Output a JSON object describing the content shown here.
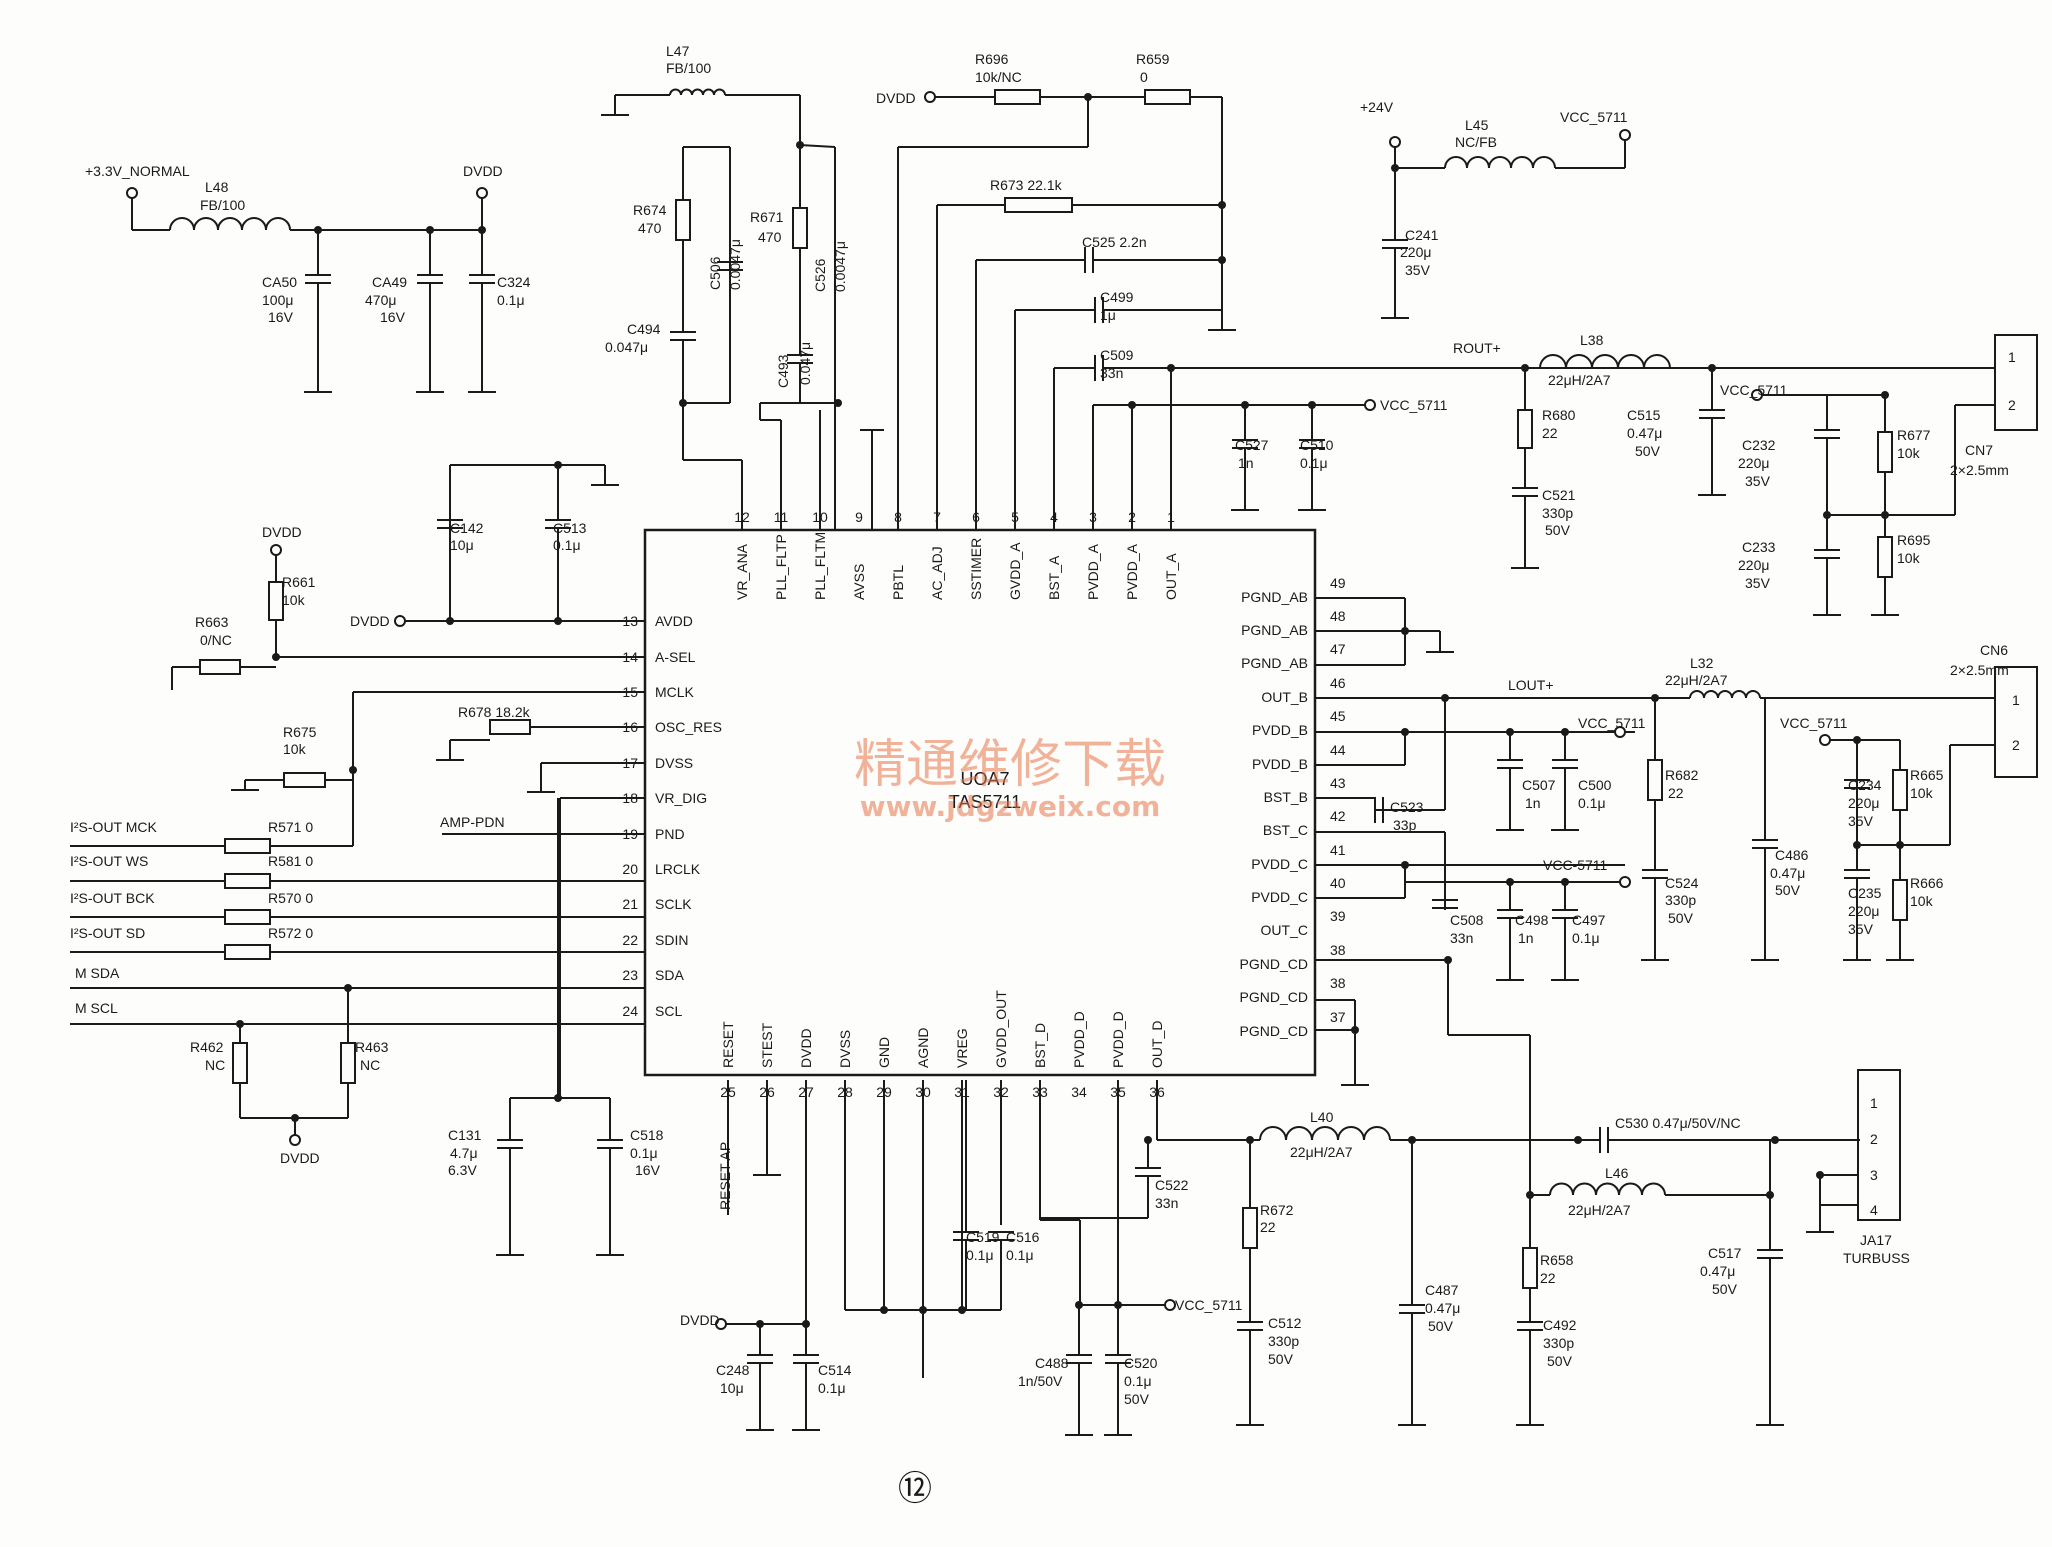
{
  "chip": {
    "ref": "UOA7",
    "part": "TAS5711"
  },
  "watermark": {
    "line1": "精通维修下载",
    "line2": "www.jdgzweix.com",
    "color": "#e8744a"
  },
  "page_number": "⑫",
  "colors": {
    "line": "#1a1a1a",
    "paper": "#fdfdfb"
  },
  "pins_top": [
    {
      "num": "12",
      "name": "VR_ANA"
    },
    {
      "num": "11",
      "name": "PLL_FLTP"
    },
    {
      "num": "10",
      "name": "PLL_FLTM"
    },
    {
      "num": "9",
      "name": "AVSS"
    },
    {
      "num": "8",
      "name": "PBTL"
    },
    {
      "num": "7",
      "name": "AC_ADJ"
    },
    {
      "num": "6",
      "name": "SSTIMER"
    },
    {
      "num": "5",
      "name": "GVDD_A"
    },
    {
      "num": "4",
      "name": "BST_A"
    },
    {
      "num": "3",
      "name": "PVDD_A"
    },
    {
      "num": "2",
      "name": "PVDD_A"
    },
    {
      "num": "1",
      "name": "OUT_A"
    }
  ],
  "pins_left": [
    {
      "num": "13",
      "name": "AVDD"
    },
    {
      "num": "14",
      "name": "A-SEL"
    },
    {
      "num": "15",
      "name": "MCLK"
    },
    {
      "num": "16",
      "name": "OSC_RES"
    },
    {
      "num": "17",
      "name": "DVSS"
    },
    {
      "num": "18",
      "name": "VR_DIG"
    },
    {
      "num": "19",
      "name": "PND"
    },
    {
      "num": "20",
      "name": "LRCLK"
    },
    {
      "num": "21",
      "name": "SCLK"
    },
    {
      "num": "22",
      "name": "SDIN"
    },
    {
      "num": "23",
      "name": "SDA"
    },
    {
      "num": "24",
      "name": "SCL"
    }
  ],
  "pins_right": [
    {
      "num": "49",
      "name": "PGND_AB"
    },
    {
      "num": "48",
      "name": "PGND_AB"
    },
    {
      "num": "47",
      "name": "PGND_AB"
    },
    {
      "num": "46",
      "name": "OUT_B"
    },
    {
      "num": "45",
      "name": "PVDD_B"
    },
    {
      "num": "44",
      "name": "PVDD_B"
    },
    {
      "num": "43",
      "name": "BST_B"
    },
    {
      "num": "42",
      "name": "BST_C"
    },
    {
      "num": "41",
      "name": "PVDD_C"
    },
    {
      "num": "40",
      "name": "PVDD_C"
    },
    {
      "num": "39",
      "name": "OUT_C"
    },
    {
      "num": "38",
      "name": "PGND_CD"
    },
    {
      "num": "38b",
      "name": "PGND_CD"
    },
    {
      "num": "37",
      "name": "PGND_CD"
    }
  ],
  "pins_bottom": [
    {
      "num": "25",
      "name": "RESET"
    },
    {
      "num": "26",
      "name": "STEST"
    },
    {
      "num": "27",
      "name": "DVDD"
    },
    {
      "num": "28",
      "name": "DVSS"
    },
    {
      "num": "29",
      "name": "GND"
    },
    {
      "num": "30",
      "name": "AGND"
    },
    {
      "num": "31",
      "name": "VREG"
    },
    {
      "num": "32",
      "name": "GVDD_OUT"
    },
    {
      "num": "33",
      "name": "BST_D"
    },
    {
      "num": "34",
      "name": "PVDD_D"
    },
    {
      "num": "35",
      "name": "PVDD_D"
    },
    {
      "num": "36",
      "name": "OUT_D"
    }
  ],
  "labels": [
    {
      "id": "t1",
      "text": "+3.3V_NORMAL"
    },
    {
      "id": "t2",
      "text": "L48"
    },
    {
      "id": "t3",
      "text": "FB/100"
    },
    {
      "id": "t4",
      "text": "DVDD"
    },
    {
      "id": "t5",
      "text": "CA50"
    },
    {
      "id": "t6",
      "text": "100μ"
    },
    {
      "id": "t7",
      "text": "16V"
    },
    {
      "id": "t8",
      "text": "CA49"
    },
    {
      "id": "t9",
      "text": "470μ"
    },
    {
      "id": "t10",
      "text": "16V"
    },
    {
      "id": "t11",
      "text": "C324"
    },
    {
      "id": "t12",
      "text": "0.1μ"
    },
    {
      "id": "t13",
      "text": "L47"
    },
    {
      "id": "t14",
      "text": "FB/100"
    },
    {
      "id": "t15",
      "text": "R674"
    },
    {
      "id": "t16",
      "text": "470"
    },
    {
      "id": "t17",
      "text": "C506"
    },
    {
      "id": "t18",
      "text": "0.0047μ"
    },
    {
      "id": "t19",
      "text": "R671"
    },
    {
      "id": "t20",
      "text": "470"
    },
    {
      "id": "t21",
      "text": "C526"
    },
    {
      "id": "t22",
      "text": "0.0047μ"
    },
    {
      "id": "t23",
      "text": "C494"
    },
    {
      "id": "t24",
      "text": "0.047μ"
    },
    {
      "id": "t25",
      "text": "C493"
    },
    {
      "id": "t26",
      "text": "0.047μ"
    },
    {
      "id": "t27",
      "text": "DVDD"
    },
    {
      "id": "t28",
      "text": "R696"
    },
    {
      "id": "t29",
      "text": "10k/NC"
    },
    {
      "id": "t30",
      "text": "R659"
    },
    {
      "id": "t31",
      "text": "0"
    },
    {
      "id": "t32",
      "text": "R673  22.1k"
    },
    {
      "id": "t33",
      "text": "C525  2.2n"
    },
    {
      "id": "t34",
      "text": "C499"
    },
    {
      "id": "t35",
      "text": "1μ"
    },
    {
      "id": "t36",
      "text": "C509"
    },
    {
      "id": "t37",
      "text": "33n"
    },
    {
      "id": "t38",
      "text": "VCC_5711"
    },
    {
      "id": "t39",
      "text": "C527"
    },
    {
      "id": "t40",
      "text": "1n"
    },
    {
      "id": "t41",
      "text": "C510"
    },
    {
      "id": "t42",
      "text": "0.1μ"
    },
    {
      "id": "t43",
      "text": "+24V"
    },
    {
      "id": "t44",
      "text": "L45"
    },
    {
      "id": "t45",
      "text": "NC/FB"
    },
    {
      "id": "t46",
      "text": "VCC_5711"
    },
    {
      "id": "t47",
      "text": "C241"
    },
    {
      "id": "t48",
      "text": "220μ"
    },
    {
      "id": "t49",
      "text": "35V"
    },
    {
      "id": "t50",
      "text": "ROUT+"
    },
    {
      "id": "t51",
      "text": "L38"
    },
    {
      "id": "t52",
      "text": "22μH/2A7"
    },
    {
      "id": "t53",
      "text": "R680"
    },
    {
      "id": "t54",
      "text": "22"
    },
    {
      "id": "t55",
      "text": "C521"
    },
    {
      "id": "t56",
      "text": "330p"
    },
    {
      "id": "t57",
      "text": "50V"
    },
    {
      "id": "t58",
      "text": "C515"
    },
    {
      "id": "t59",
      "text": "0.47μ"
    },
    {
      "id": "t60",
      "text": "50V"
    },
    {
      "id": "t61",
      "text": "VCC_5711"
    },
    {
      "id": "t62",
      "text": "C232"
    },
    {
      "id": "t63",
      "text": "220μ"
    },
    {
      "id": "t64",
      "text": "35V"
    },
    {
      "id": "t65",
      "text": "R677"
    },
    {
      "id": "t66",
      "text": "10k"
    },
    {
      "id": "t67",
      "text": "C233"
    },
    {
      "id": "t68",
      "text": "220μ"
    },
    {
      "id": "t69",
      "text": "35V"
    },
    {
      "id": "t70",
      "text": "R695"
    },
    {
      "id": "t71",
      "text": "10k"
    },
    {
      "id": "t72",
      "text": "CN7"
    },
    {
      "id": "t73",
      "text": "2×2.5mm"
    },
    {
      "id": "t74",
      "text": "1"
    },
    {
      "id": "t75",
      "text": "2"
    },
    {
      "id": "t76",
      "text": "C142"
    },
    {
      "id": "t77",
      "text": "10μ"
    },
    {
      "id": "t78",
      "text": "C513"
    },
    {
      "id": "t79",
      "text": "0.1μ"
    },
    {
      "id": "t80",
      "text": "DVDD"
    },
    {
      "id": "t81",
      "text": "R661"
    },
    {
      "id": "t82",
      "text": "10k"
    },
    {
      "id": "t83",
      "text": "DVDD"
    },
    {
      "id": "t84",
      "text": "R663"
    },
    {
      "id": "t85",
      "text": "0/NC"
    },
    {
      "id": "t86",
      "text": "R678  18.2k"
    },
    {
      "id": "t87",
      "text": "R675"
    },
    {
      "id": "t88",
      "text": "10k"
    },
    {
      "id": "t89",
      "text": "I²S-OUT MCK"
    },
    {
      "id": "t90",
      "text": "R571  0"
    },
    {
      "id": "t91",
      "text": "AMP-PDN"
    },
    {
      "id": "t92",
      "text": "I²S-OUT WS"
    },
    {
      "id": "t93",
      "text": "R581  0"
    },
    {
      "id": "t94",
      "text": "I²S-OUT BCK"
    },
    {
      "id": "t95",
      "text": "R570  0"
    },
    {
      "id": "t96",
      "text": "I²S-OUT SD"
    },
    {
      "id": "t97",
      "text": "R572  0"
    },
    {
      "id": "t98",
      "text": "M SDA"
    },
    {
      "id": "t99",
      "text": "M SCL"
    },
    {
      "id": "t100",
      "text": "R462"
    },
    {
      "id": "t101",
      "text": "NC"
    },
    {
      "id": "t102",
      "text": "R463"
    },
    {
      "id": "t103",
      "text": "NC"
    },
    {
      "id": "t104",
      "text": "DVDD"
    },
    {
      "id": "t105",
      "text": "C131"
    },
    {
      "id": "t106",
      "text": "4.7μ"
    },
    {
      "id": "t107",
      "text": "6.3V"
    },
    {
      "id": "t108",
      "text": "C518"
    },
    {
      "id": "t109",
      "text": "0.1μ"
    },
    {
      "id": "t110",
      "text": "16V"
    },
    {
      "id": "t111",
      "text": "RESET AP"
    },
    {
      "id": "t112",
      "text": "C519"
    },
    {
      "id": "t113",
      "text": "0.1μ"
    },
    {
      "id": "t114",
      "text": "C516"
    },
    {
      "id": "t115",
      "text": "0.1μ"
    },
    {
      "id": "t116",
      "text": "DVDD"
    },
    {
      "id": "t117",
      "text": "C248"
    },
    {
      "id": "t118",
      "text": "10μ"
    },
    {
      "id": "t119",
      "text": "C514"
    },
    {
      "id": "t120",
      "text": "0.1μ"
    },
    {
      "id": "t121",
      "text": "VCC_5711"
    },
    {
      "id": "t122",
      "text": "C488"
    },
    {
      "id": "t123",
      "text": "1n/50V"
    },
    {
      "id": "t124",
      "text": "C520"
    },
    {
      "id": "t125",
      "text": "0.1μ"
    },
    {
      "id": "t126",
      "text": "50V"
    },
    {
      "id": "t127",
      "text": "C522"
    },
    {
      "id": "t128",
      "text": "33n"
    },
    {
      "id": "t129",
      "text": "L40"
    },
    {
      "id": "t130",
      "text": "22μH/2A7"
    },
    {
      "id": "t131",
      "text": "R672"
    },
    {
      "id": "t132",
      "text": "22"
    },
    {
      "id": "t133",
      "text": "C512"
    },
    {
      "id": "t134",
      "text": "330p"
    },
    {
      "id": "t135",
      "text": "50V"
    },
    {
      "id": "t136",
      "text": "C487"
    },
    {
      "id": "t137",
      "text": "0.47μ"
    },
    {
      "id": "t138",
      "text": "50V"
    },
    {
      "id": "t139",
      "text": "C530  0.47μ/50V/NC"
    },
    {
      "id": "t140",
      "text": "L46"
    },
    {
      "id": "t141",
      "text": "22μH/2A7"
    },
    {
      "id": "t142",
      "text": "R658"
    },
    {
      "id": "t143",
      "text": "22"
    },
    {
      "id": "t144",
      "text": "C492"
    },
    {
      "id": "t145",
      "text": "330p"
    },
    {
      "id": "t146",
      "text": "50V"
    },
    {
      "id": "t147",
      "text": "C517"
    },
    {
      "id": "t148",
      "text": "0.47μ"
    },
    {
      "id": "t149",
      "text": "50V"
    },
    {
      "id": "t150",
      "text": "JA17"
    },
    {
      "id": "t151",
      "text": "TURBUSS"
    },
    {
      "id": "t152",
      "text": "1"
    },
    {
      "id": "t153",
      "text": "2"
    },
    {
      "id": "t154",
      "text": "3"
    },
    {
      "id": "t155",
      "text": "4"
    },
    {
      "id": "t156",
      "text": "LOUT+"
    },
    {
      "id": "t157",
      "text": "L32"
    },
    {
      "id": "t158",
      "text": "22μH/2A7"
    },
    {
      "id": "t159",
      "text": "CN6"
    },
    {
      "id": "t160",
      "text": "2×2.5mm"
    },
    {
      "id": "t161",
      "text": "1"
    },
    {
      "id": "t162",
      "text": "2"
    },
    {
      "id": "t163",
      "text": "VCC_5711"
    },
    {
      "id": "t164",
      "text": "C507"
    },
    {
      "id": "t165",
      "text": "1n"
    },
    {
      "id": "t166",
      "text": "C500"
    },
    {
      "id": "t167",
      "text": "0.1μ"
    },
    {
      "id": "t168",
      "text": "C523"
    },
    {
      "id": "t169",
      "text": "33p"
    },
    {
      "id": "t170",
      "text": "R682"
    },
    {
      "id": "t171",
      "text": "22"
    },
    {
      "id": "t172",
      "text": "C524"
    },
    {
      "id": "t173",
      "text": "330p"
    },
    {
      "id": "t174",
      "text": "50V"
    },
    {
      "id": "t175",
      "text": "VCC_5711"
    },
    {
      "id": "t176",
      "text": "C486"
    },
    {
      "id": "t177",
      "text": "0.47μ"
    },
    {
      "id": "t178",
      "text": "50V"
    },
    {
      "id": "t179",
      "text": "C234"
    },
    {
      "id": "t180",
      "text": "220μ"
    },
    {
      "id": "t181",
      "text": "35V"
    },
    {
      "id": "t182",
      "text": "R665"
    },
    {
      "id": "t183",
      "text": "10k"
    },
    {
      "id": "t184",
      "text": "C235"
    },
    {
      "id": "t185",
      "text": "220μ"
    },
    {
      "id": "t186",
      "text": "35V"
    },
    {
      "id": "t187",
      "text": "R666"
    },
    {
      "id": "t188",
      "text": "10k"
    },
    {
      "id": "t189",
      "text": "VCC-5711"
    },
    {
      "id": "t190",
      "text": "C508"
    },
    {
      "id": "t191",
      "text": "33n"
    },
    {
      "id": "t192",
      "text": "C498"
    },
    {
      "id": "t193",
      "text": "1n"
    },
    {
      "id": "t194",
      "text": "C497"
    },
    {
      "id": "t195",
      "text": "0.1μ"
    }
  ]
}
